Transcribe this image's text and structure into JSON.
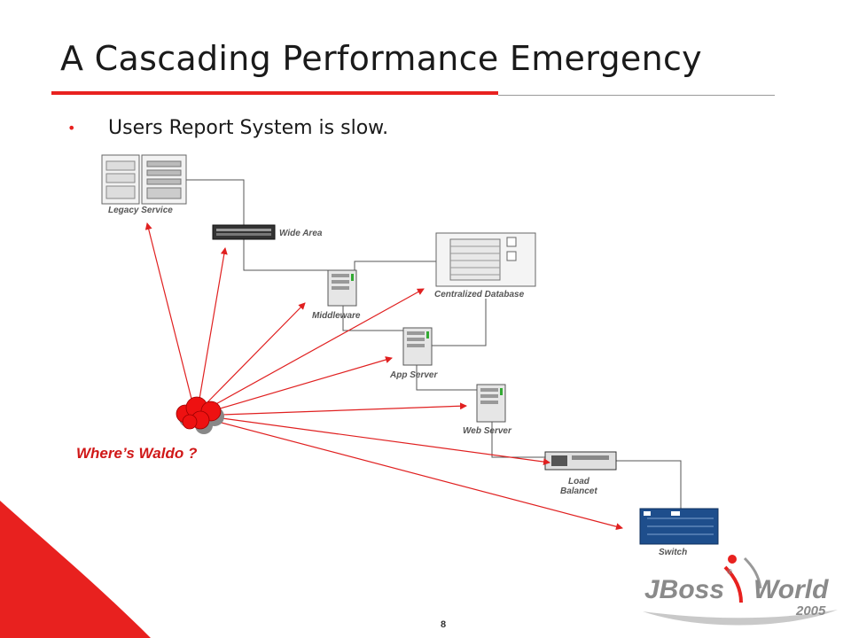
{
  "slide": {
    "title": "A Cascading Performance Emergency",
    "bullet": "Users Report System is slow.",
    "page_number": "8"
  },
  "diagram": {
    "nodes": {
      "legacy_service": "Legacy Service",
      "wide_area": "Wide Area",
      "centralized_database": "Centralized Database",
      "middleware": "Middleware",
      "app_server": "App Server",
      "web_server": "Web Server",
      "load_balancer_line1": "Load",
      "load_balancer_line2": "Balancet",
      "switch": "Switch"
    },
    "waldo_label": "Where’s Waldo ?"
  },
  "logo": {
    "brand_j": "JBoss",
    "brand_world": "World",
    "year": "2005",
    "registered": "®"
  },
  "colors": {
    "accent_red": "#e8211f",
    "arrow_red": "#e02020",
    "switch_blue": "#1e4e8c"
  }
}
